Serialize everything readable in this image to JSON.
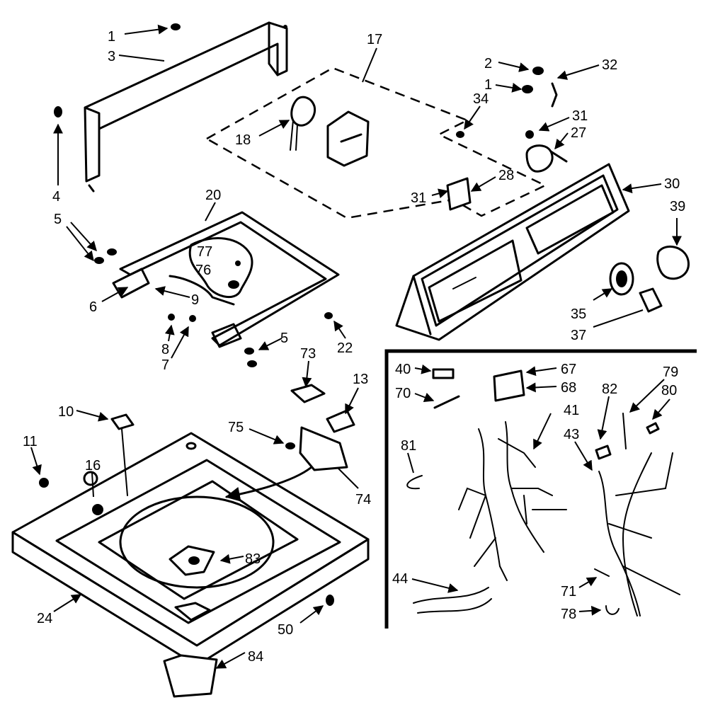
{
  "diagram": {
    "callouts": [
      "1",
      "3",
      "4",
      "2",
      "32",
      "1",
      "34",
      "31",
      "27",
      "17",
      "18",
      "28",
      "31",
      "30",
      "39",
      "20",
      "5",
      "77",
      "76",
      "6",
      "9",
      "8",
      "7",
      "22",
      "5",
      "35",
      "37",
      "73",
      "13",
      "10",
      "75",
      "74",
      "11",
      "16",
      "83",
      "24",
      "50",
      "84",
      "40",
      "67",
      "70",
      "68",
      "79",
      "82",
      "80",
      "41",
      "81",
      "43",
      "44",
      "71",
      "78"
    ]
  }
}
